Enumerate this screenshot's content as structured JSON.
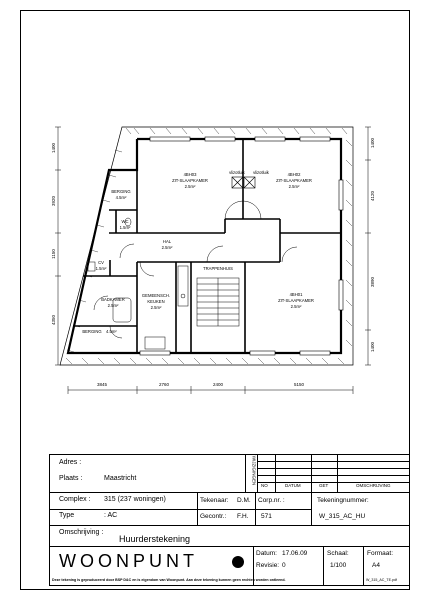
{
  "plan": {
    "rooms": [
      {
        "id": "r1",
        "name": "4BH03",
        "sub": "ZIT-SLAAPKAMER",
        "area": "2.5m²"
      },
      {
        "id": "r2",
        "name": "4BH02",
        "sub": "ZIT-SLAAPKAMER",
        "area": "2.5m²"
      },
      {
        "id": "r3",
        "name": "4BH01",
        "sub": "ZIT-SLAAPKAMER",
        "area": "2.5m²"
      },
      {
        "id": "r4",
        "name": "BERGING",
        "sub": "",
        "area": "4.5m²"
      },
      {
        "id": "r5",
        "name": "WC",
        "sub": "",
        "area": "1.5m²"
      },
      {
        "id": "r6",
        "name": "HAL",
        "sub": "",
        "area": "2.5m²"
      },
      {
        "id": "r7",
        "name": "CV",
        "sub": "",
        "area": "1.5m²"
      },
      {
        "id": "r8",
        "name": "BADKAMER",
        "sub": "",
        "area": "2.5m²"
      },
      {
        "id": "r9",
        "name": "GEMEENSCH.",
        "sub": "KEUKEN",
        "area": "2.5m²"
      },
      {
        "id": "r10",
        "name": "TRAPPENHUIS",
        "sub": "",
        "area": ""
      },
      {
        "id": "r11",
        "name": "BERGING",
        "sub": "",
        "area": "4.5m²"
      }
    ],
    "skylights": [
      "vlizotluik",
      "vlizotluik"
    ],
    "dims_bottom": [
      "3845",
      "2760",
      "2400",
      "5150"
    ],
    "dims_left": [
      "1400",
      "3920",
      "1150",
      "4350"
    ],
    "dims_right": [
      "1400",
      "4120",
      "3890",
      "1400"
    ]
  },
  "titleblock": {
    "adres_label": "Adres :",
    "adres_value": "",
    "plaats_label": "Plaats :",
    "plaats_value": "Maastricht",
    "wijzigingen_label": "WIJZIGINGEN",
    "rev_headers": [
      "NO",
      "DATUM",
      "GET",
      "OMSCHRIJVING"
    ],
    "complex_label": "Complex :",
    "complex_value": "315 (237 woningen)",
    "type_label": "Type",
    "type_value": ": AC",
    "tekenaar_label": "Tekenaar:",
    "tekenaar_value": "D.M.",
    "gecontr_label": "Gecontr.:",
    "gecontr_value": "F.H.",
    "corp_label": "Corp.nr. :",
    "corp_value": "571",
    "tekeningnummer_label": "Tekeningnummer:",
    "tekeningnummer_value": "W_315_AC_HU",
    "omschrijving_label": "Omschrijving :",
    "omschrijving_value": "Huurderstekening",
    "logo": "WOONPUNT",
    "datum_label": "Datum:",
    "datum_value": "17.06.09",
    "revisie_label": "Revisie:",
    "revisie_value": "0",
    "schaal_label": "Schaal:",
    "schaal_value": "1/100",
    "formaat_label": "Formaat:",
    "formaat_value": "A4",
    "footer": "Deze tekening is gepruduceerd door BSP D&C en is eigendom van Woonpunt. Aan deze tekening kunnen geen rechten worden ontleend.",
    "footer_file": "W_315_AC_TE.pdf"
  }
}
